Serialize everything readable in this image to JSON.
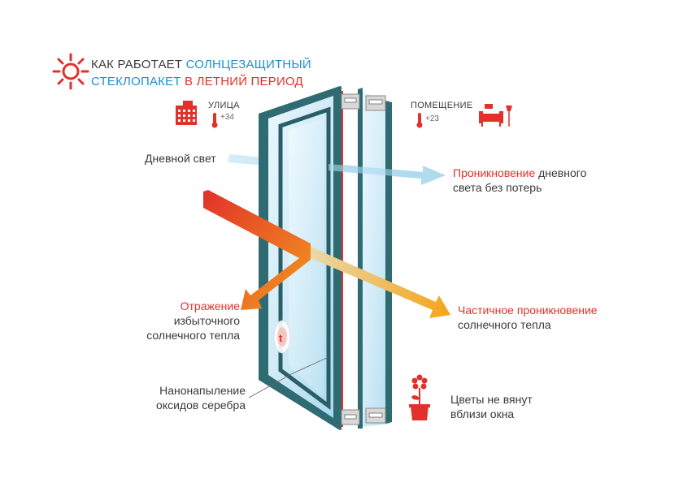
{
  "title": {
    "line1_part1": "КАК РАБОТАЕТ ",
    "line1_part2": "СОЛНЦЕЗАЩИТНЫЙ",
    "line2_part1": "СТЕКЛОПАКЕТ ",
    "line2_part2": "В ЛЕТНИЙ ПЕРИОД"
  },
  "outside": {
    "label": "УЛИЦА",
    "temp": "+34"
  },
  "inside": {
    "label": "ПОМЕЩЕНИЕ",
    "temp": "+23"
  },
  "labels": {
    "daylight": "Дневной свет",
    "daylight_through_hl": "Проникновение",
    "daylight_through_rest": " дневного",
    "daylight_through_line2": "света без потерь",
    "reflection_hl": "Отражение",
    "reflection_line2": "избыточного",
    "reflection_line3": "солнечного тепла",
    "partial_hl": "Частичное проникновение",
    "partial_line2": "солнечного тепла",
    "coating_line1": "Нанонапыление",
    "coating_line2": "оксидов серебра",
    "flowers_line1": "Цветы не вянут",
    "flowers_line2": "вблизи окна"
  },
  "colors": {
    "red": "#e2312a",
    "blue": "#1e8fd0",
    "frame": "#2f6b72",
    "light_arrow": "#bfe3f2",
    "heat_arrow_start": "#e2312a",
    "heat_arrow_end": "#f7a81b"
  },
  "icons": [
    "sun-icon",
    "building-icon",
    "thermometer-icon",
    "sofa-lamp-icon",
    "flower-pot-icon",
    "logo-badge-icon"
  ]
}
